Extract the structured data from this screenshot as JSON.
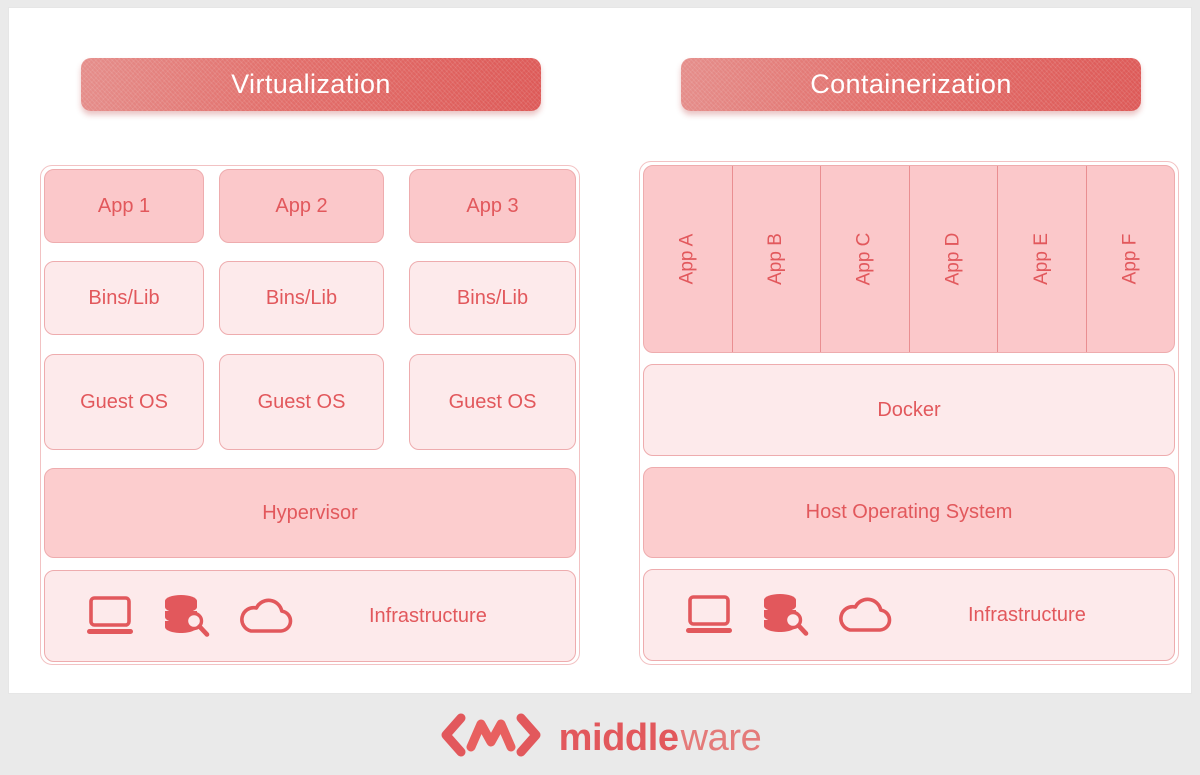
{
  "page": {
    "background_color": "#EAEAEA",
    "panel_color": "#FFFFFF",
    "accent_color": "#E2585C",
    "header_gradient_from": "#E58E8B",
    "header_gradient_to": "#DD5A58",
    "fill_strong": "#FBC8CA",
    "fill_mid": "#FCCDCE",
    "fill_light": "#FDEAEB"
  },
  "virtualization": {
    "header": "Virtualization",
    "apps": [
      "App 1",
      "App 2",
      "App 3"
    ],
    "bins": [
      "Bins/Lib",
      "Bins/Lib",
      "Bins/Lib"
    ],
    "guest_os": [
      "Guest OS",
      "Guest OS",
      "Guest OS"
    ],
    "hypervisor": "Hypervisor",
    "infrastructure": {
      "label": "Infrastructure",
      "icons": [
        "laptop-icon",
        "database-search-icon",
        "cloud-icon"
      ]
    }
  },
  "containerization": {
    "header": "Containerization",
    "apps": [
      "App A",
      "App B",
      "App C",
      "App D",
      "App E",
      "App F"
    ],
    "docker": "Docker",
    "host_os": "Host Operating System",
    "infrastructure": {
      "label": "Infrastructure",
      "icons": [
        "laptop-icon",
        "database-search-icon",
        "cloud-icon"
      ]
    }
  },
  "logo": {
    "mark": "middleware-logo-mark",
    "name_bold": "middle",
    "name_light": "ware"
  }
}
